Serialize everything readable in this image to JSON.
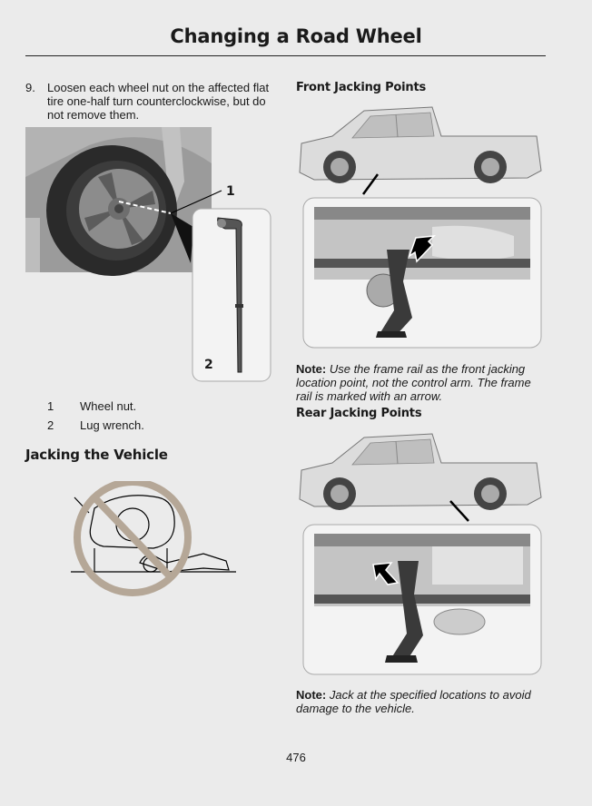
{
  "header": {
    "title": "Changing a Road Wheel"
  },
  "step9": {
    "number": "9.",
    "text": "Loosen each wheel nut on the affected flat tire one-half turn counterclockwise, but do not remove them."
  },
  "figure_wheel": {
    "callout_1": "1",
    "callout_2": "2"
  },
  "legend": [
    {
      "num": "1",
      "label": "Wheel nut."
    },
    {
      "num": "2",
      "label": "Lug wrench."
    }
  ],
  "jacking": {
    "heading": "Jacking the Vehicle"
  },
  "front": {
    "heading": "Front Jacking Points",
    "note_label": "Note:",
    "note_text": "Use the frame rail as the front jacking location point, not the control arm. The frame rail is marked with an arrow."
  },
  "rear": {
    "heading": "Rear Jacking Points",
    "note_label": "Note:",
    "note_text": "Jack at the specified locations to avoid damage to the vehicle."
  },
  "footer": {
    "page_number": "476"
  },
  "colors": {
    "prohibition": "#b5a797",
    "arrow": "#000000",
    "background": "#ebebeb"
  }
}
